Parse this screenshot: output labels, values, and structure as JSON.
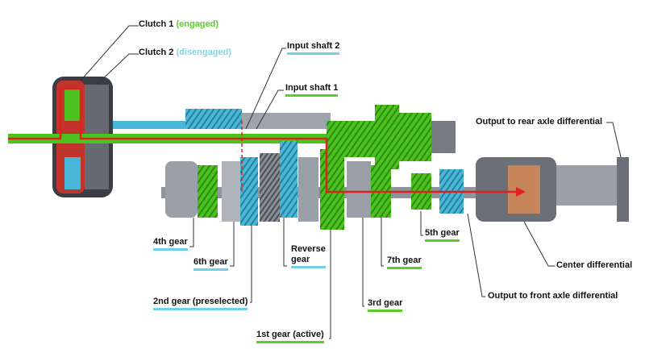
{
  "labels": {
    "clutch1": {
      "name": "Clutch 1",
      "state": "(engaged)"
    },
    "clutch2": {
      "name": "Clutch 2",
      "state": "(disengaged)"
    },
    "input_shaft_2": "Input shaft 2",
    "input_shaft_1": "Input shaft 1",
    "output_rear": "Output to rear axle differential",
    "gear4": "4th gear",
    "gear6": "6th gear",
    "reverse_line1": "Reverse",
    "reverse_line2": "gear",
    "gear2": "2nd gear (preselected)",
    "gear1": "1st gear (active)",
    "gear7": "7th gear",
    "gear3": "3rd gear",
    "gear5": "5th gear",
    "center_diff": "Center differential",
    "output_front": "Output to front axle differential"
  },
  "colors": {
    "engaged": "#5ccc2a",
    "disengaged": "#6fd0e8",
    "power_flow": "#e02020"
  }
}
